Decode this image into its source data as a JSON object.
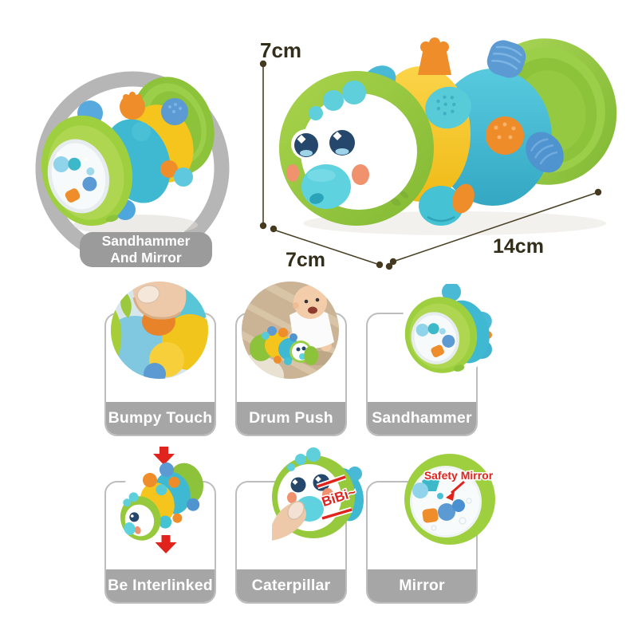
{
  "inset": {
    "label_line1": "Sandhammer",
    "label_line2": "And Mirror"
  },
  "dimensions": {
    "height": "7cm",
    "width": "7cm",
    "length": "14cm"
  },
  "features": [
    {
      "label": "Bumpy Touch"
    },
    {
      "label": "Drum Push"
    },
    {
      "label": "Sandhammer"
    },
    {
      "label": "Be Interlinked"
    },
    {
      "label": "Caterpillar",
      "annotation": "BiBi~"
    },
    {
      "label": "Mirror",
      "annotation": "Safety Mirror"
    }
  ],
  "colors": {
    "toy_green": "#97c93d",
    "toy_green_light": "#aed650",
    "toy_yellow": "#f6c51d",
    "toy_teal": "#3fb9d2",
    "toy_blue": "#5b9ad2",
    "toy_orange": "#ef8d2b",
    "face_navy": "#25476b",
    "snout_teal": "#5ed2de",
    "cheek_coral": "#f0926e",
    "accent_red": "#e0231c",
    "gray_ring": "#b6b6b6",
    "gray_banner": "#a6a6a6",
    "inset_banner_gray": "#9b9b9b",
    "dimension_line": "#4a4126"
  }
}
